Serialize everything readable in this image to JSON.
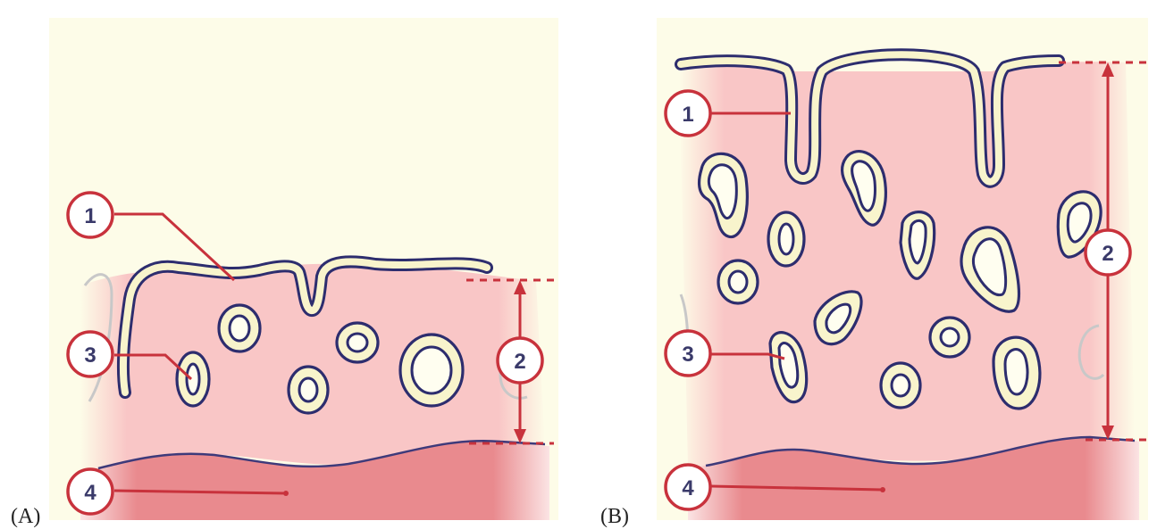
{
  "panels": [
    {
      "label": "(A)"
    },
    {
      "label": "(B)"
    }
  ],
  "callouts": [
    "1",
    "2",
    "3",
    "4"
  ],
  "colors": {
    "background": "#fdfce8",
    "stroma": "#f9c6c6",
    "myometrium": "#e98a8e",
    "epithelium_outline": "#2d2d6e",
    "epithelium_fill": "#f8f4cc",
    "callout_red": "#c8323c"
  }
}
